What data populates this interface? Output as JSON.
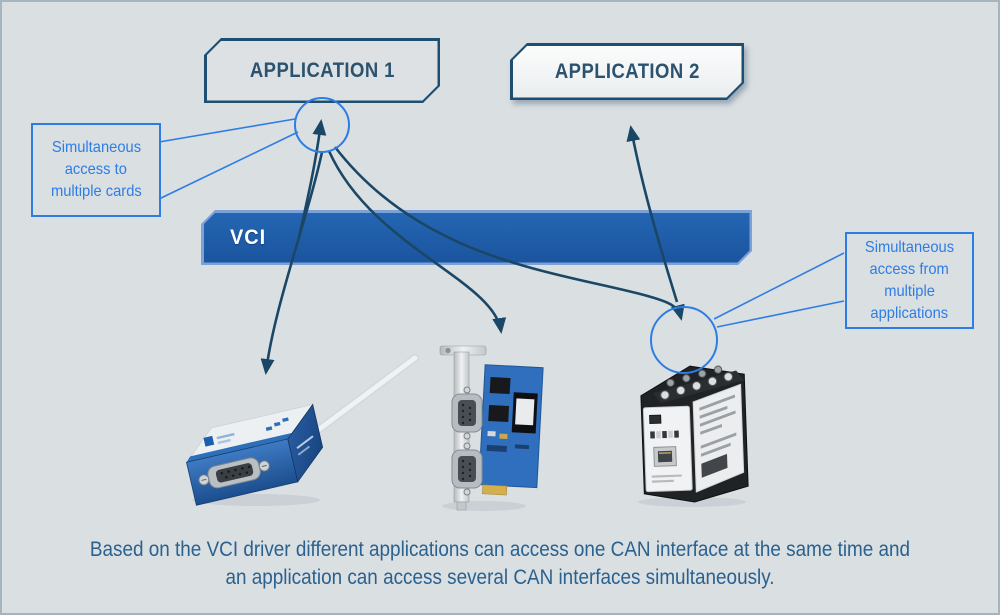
{
  "applications": [
    {
      "label": "APPLICATION 1"
    },
    {
      "label": "APPLICATION 2"
    }
  ],
  "vci_bar": {
    "label": "VCI",
    "color": "#1e5ba8"
  },
  "callouts": {
    "left": {
      "lines": [
        "Simultaneous",
        "access to",
        "multiple cards"
      ]
    },
    "right": {
      "lines": [
        "Simultaneous",
        "access from",
        "multiple",
        "applications"
      ]
    }
  },
  "caption": {
    "line1": "Based on the VCI driver different applications can access one CAN interface at the same time and",
    "line2": "an application can access several CAN interfaces simultaneously."
  },
  "devices": [
    {
      "icon": "usb-can-compact-device-photo"
    },
    {
      "icon": "pc-can-interface-card-photo"
    },
    {
      "icon": "can-ethernet-gateway-device-photo"
    }
  ],
  "colors": {
    "background": "#dadfe2",
    "frame": "#a6b4bd",
    "accent_blue": "#2e7de4",
    "vci_blue": "#1e5ba8",
    "arrow_navy": "#1b4766",
    "caption_blue": "#2a618f",
    "app_text": "#2b536f"
  }
}
